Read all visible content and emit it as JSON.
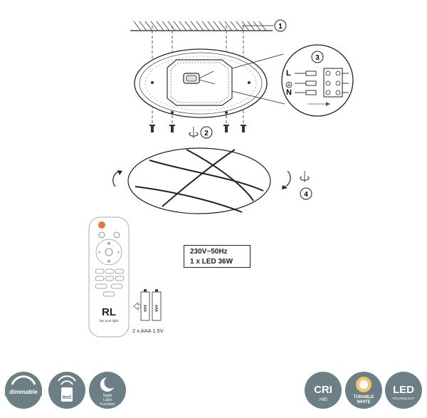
{
  "install": {
    "steps": [
      "1",
      "2",
      "3",
      "4"
    ],
    "wiring": {
      "live": "L",
      "neutral": "N"
    }
  },
  "specs": {
    "voltage": "230V~50Hz",
    "led": "1 x LED 36W"
  },
  "remote": {
    "logo": "RL",
    "tagline": "live your light",
    "battery_label": "AAA",
    "battery_note": "2 x AAA 1.5V"
  },
  "badges": {
    "dimmable": "dimmable",
    "remote": "Incl",
    "night_light": [
      "Night",
      "Light",
      "Function"
    ],
    "cri": "CRI",
    "cri_value": ">80",
    "tunable": [
      "TUNABLE",
      "WHITE"
    ],
    "led": "LED",
    "led_sub": "TECHNOLOGY"
  },
  "colors": {
    "badge": "#6b7f85",
    "badge_dark": "#55686e",
    "accent_orange": "#e8743a",
    "tunable_warm": "#f2c46d",
    "line": "#222222"
  }
}
